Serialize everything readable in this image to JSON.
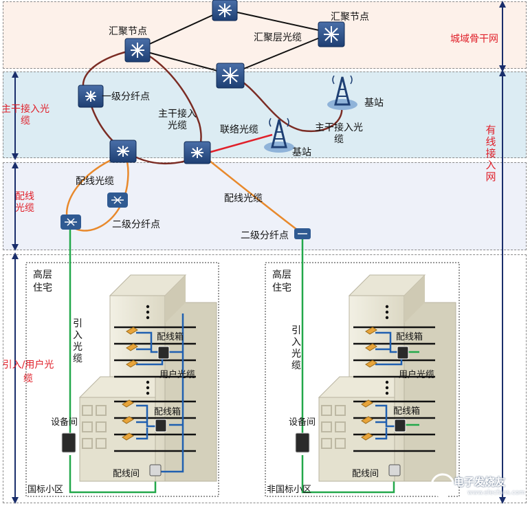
{
  "labels": {
    "agg_node_top": "汇聚节点",
    "agg_node_left": "汇聚节点",
    "agg_cable": "汇聚层光缆",
    "metro_backbone": "城域骨干网",
    "trunk_left": "主干接入光缆",
    "level1_split": "一级分纤点",
    "trunk_center": "主干接入光缆",
    "tie_cable": "联络光缆",
    "base_station_1": "基站",
    "base_station_2": "基站",
    "trunk_right": "主干接入光缆",
    "wired_access": "有线接入网",
    "distribution_left": "配线光缆",
    "distribution_cable_1": "配线光缆",
    "distribution_cable_2": "配线光缆",
    "level2_split_1": "二级分纤点",
    "level2_split_2": "二级分纤点",
    "drop_user": "引入/用户光缆",
    "highrise_1": "高层住宅",
    "highrise_2": "高层住宅",
    "drop_cable_1": "引入光缆",
    "drop_cable_2": "引入光缆",
    "dist_box_1a": "配线箱",
    "dist_box_1b": "配线箱",
    "dist_box_2a": "配线箱",
    "dist_box_2b": "配线箱",
    "user_cable_1": "用户光缆",
    "user_cable_2": "用户光缆",
    "equip_room_1": "设备间",
    "equip_room_2": "设备间",
    "dist_room_1": "配线间",
    "dist_room_2": "配线间",
    "community_1": "国标小区",
    "community_2": "非国标小区",
    "watermark": "电子发烧友",
    "watermark_url": "www.elecfans.com"
  },
  "colors": {
    "metro_band": "#fdf1ea",
    "access_band": "#dcecf3",
    "dist_band": "#eef1f9",
    "agg_links": "#111111",
    "trunk_fiber": "#7b2c24",
    "tie_fiber": "#e0202a",
    "dist_fiber": "#e8892c",
    "drop_fiber": "#22a84a",
    "user_fiber": "#1f5fb0",
    "arrow": "#1a2e6b",
    "label_red": "#e0202a"
  }
}
